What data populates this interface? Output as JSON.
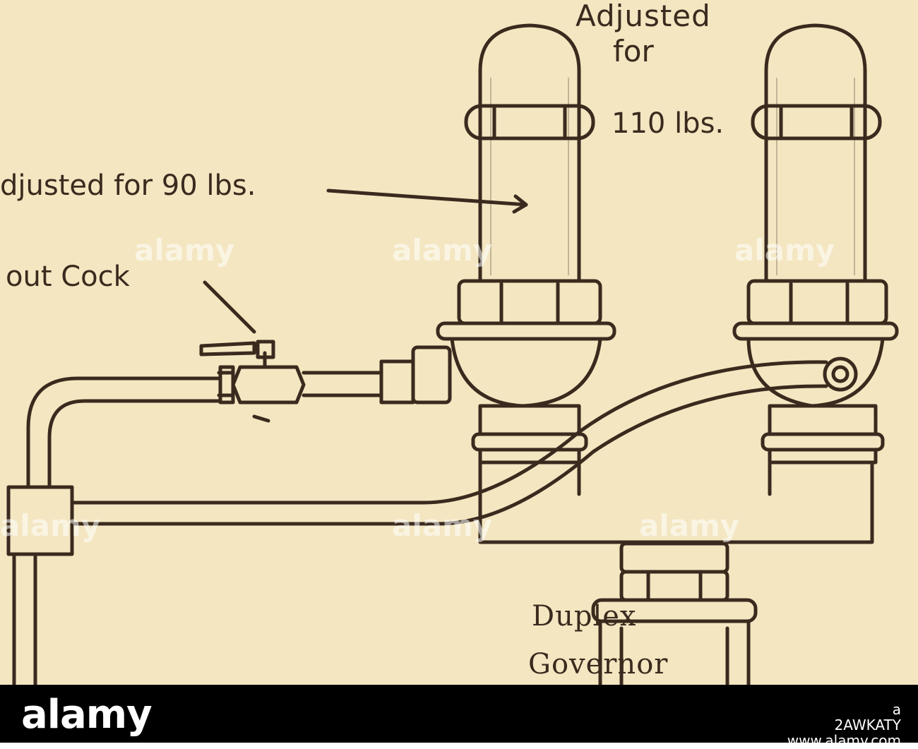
{
  "diagram": {
    "labels": {
      "adjusted": "Adjusted",
      "for": "for",
      "lbs_110": "110 lbs.",
      "adjusted_90": "djusted for 90 lbs.",
      "cutout_cock": "out Cock",
      "duplex": "Duplex",
      "governor": "Governor"
    },
    "watermark": "alamy"
  },
  "footer": {
    "logo": "alamy",
    "image_id": "a",
    "image_code": "2AWKATY",
    "site": "www.alamy.com"
  },
  "colors": {
    "paper": "#f3e6c1",
    "ink": "#3a2a1e",
    "footer_bg": "#000000"
  }
}
